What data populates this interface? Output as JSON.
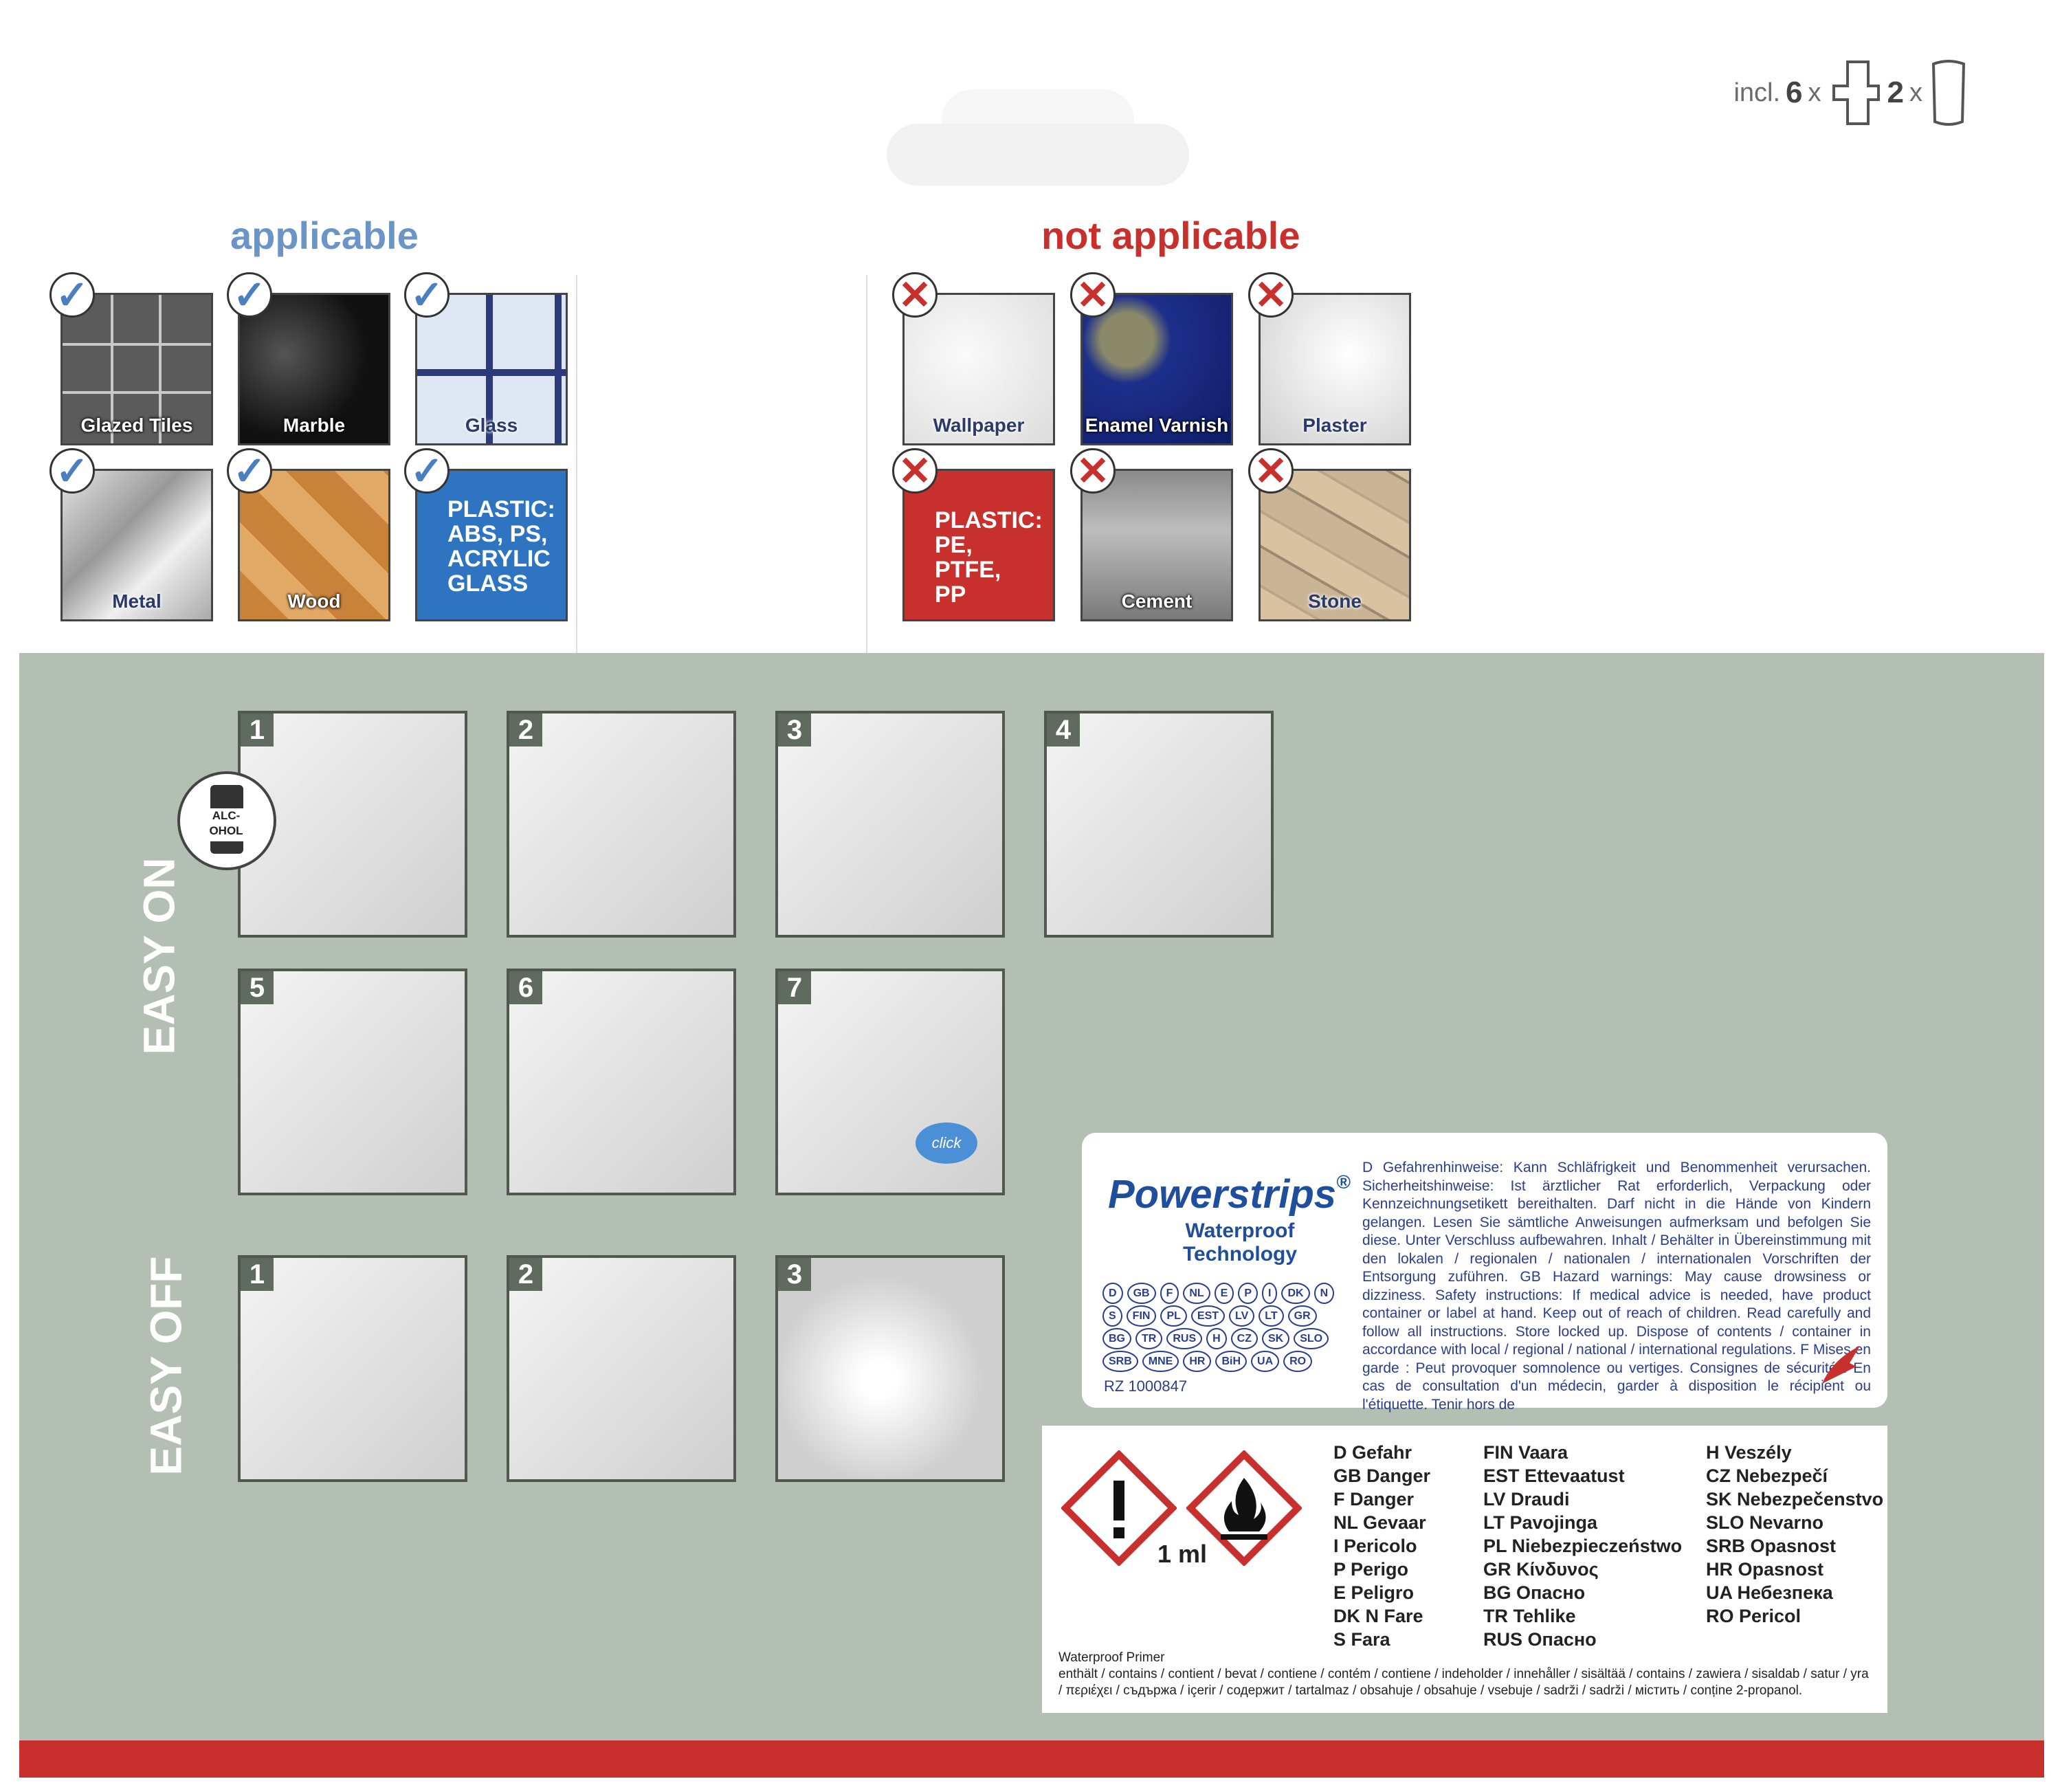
{
  "header": {
    "incl_prefix": "incl.",
    "count_strips": "6",
    "count_wipes": "2",
    "times_symbol": "x"
  },
  "applicable": {
    "heading": "applicable",
    "tiles": [
      {
        "label": "Glazed Tiles"
      },
      {
        "label": "Marble"
      },
      {
        "label": "Glass"
      },
      {
        "label": "Metal"
      },
      {
        "label": "Wood"
      },
      {
        "label": "PLASTIC: ABS, PS, ACRYLIC GLASS"
      }
    ]
  },
  "not_applicable": {
    "heading": "not applicable",
    "tiles": [
      {
        "label": "Wallpaper"
      },
      {
        "label": "Enamel Varnish"
      },
      {
        "label": "Plaster"
      },
      {
        "label": "PLASTIC: PE, PTFE, PP"
      },
      {
        "label": "Cement"
      },
      {
        "label": "Stone"
      }
    ]
  },
  "easy_on": {
    "label": "EASY ON",
    "steps": [
      "1",
      "2",
      "3",
      "4",
      "5",
      "6",
      "7"
    ],
    "alcohol_label": "ALC-OHOL",
    "click_label": "click"
  },
  "easy_off": {
    "label": "EASY OFF",
    "steps": [
      "1",
      "2",
      "3"
    ]
  },
  "powerstrips_label": {
    "brand": "Powerstrips",
    "registered": "®",
    "subtitle": "Waterproof Technology",
    "country_codes": "D GB F NL E P I DK N S FIN PL EST LV LT GR BG TR RUS H CZ SK SLO SRB MNE HR BiH UA RO",
    "rz": "RZ 1000847",
    "warning_text": "D Gefahrenhinweise: Kann Schläfrigkeit und Benommenheit verursachen. Sicherheitshinweise: Ist ärztlicher Rat erforderlich, Verpackung oder Kennzeichnungsetikett bereithalten. Darf nicht in die Hände von Kindern gelangen. Lesen Sie sämtliche Anweisungen aufmerksam und befolgen Sie diese. Unter Verschluss aufbewahren. Inhalt / Behälter in Übereinstimmung mit den lokalen / regionalen / nationalen / internationalen Vorschriften der Entsorgung zuführen. GB Hazard warnings: May cause drowsiness or dizziness. Safety instructions: If medical advice is needed, have product container or label at hand. Keep out of reach of children. Read carefully and follow all instructions. Store locked up. Dispose of contents / container in accordance with local / regional / national / international regulations. F Mises en garde : Peut provoquer somnolence ou vertiges. Consignes de sécurité : En cas de consultation d'un médecin, garder à disposition le récipient ou l'étiquette. Tenir hors de"
  },
  "hazard_label": {
    "volume": "1 ml",
    "danger_col1": [
      "D Gefahr",
      "GB Danger",
      "F Danger",
      "NL Gevaar",
      "I Pericolo",
      "P Perigo",
      "E Peligro",
      "DK N Fare",
      "S Fara"
    ],
    "danger_col2": [
      "FIN Vaara",
      "EST Ettevaatust",
      "LV Draudi",
      "LT Pavojinga",
      "PL Niebezpieczeństwo",
      "GR Κίνδυνος",
      "BG Опасно",
      "TR Tehlike",
      "RUS Опасно"
    ],
    "danger_col3": [
      "H Veszély",
      "CZ Nebezpečí",
      "SK Nebezpečenstvo",
      "SLO Nevarno",
      "SRB Opasnost",
      "HR Opasnost",
      "UA Небезпека",
      "RO Pericol"
    ],
    "primer_title": "Waterproof Primer",
    "primer_text": "enthält / contains / contient / bevat / contiene / contém / contiene / indeholder / innehåller / sisältää / contains / zawiera / sisaldab / satur / yra / περιέχει / съдържа / içerir / содержит / tartalmaz / obsahuje / obsahuje / vsebuje / sadrži / sadrži / містить / conține 2-propanol."
  },
  "colors": {
    "accent_blue": "#6b95c7",
    "accent_red": "#c8302e",
    "panel_green": "#b3bfb2",
    "label_navy": "#2a3d8f"
  }
}
